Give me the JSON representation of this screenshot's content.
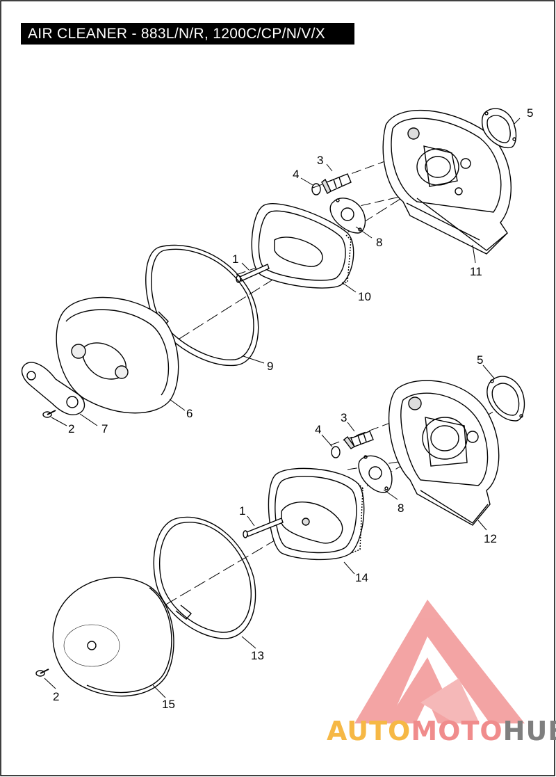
{
  "title": "AIR CLEANER - 883L/N/R, 1200C/CP/N/V/X",
  "callouts": {
    "upper": {
      "c1": "1",
      "c3": "3",
      "c4": "4",
      "c5": "5",
      "c8": "8",
      "c9": "9",
      "c10": "10",
      "c11": "11",
      "c6": "6",
      "c7": "7",
      "c2": "2"
    },
    "lower": {
      "c5": "5",
      "c3": "3",
      "c4": "4",
      "c8": "8",
      "c1": "1",
      "c12": "12",
      "c14": "14",
      "c13": "13",
      "c15": "15",
      "c2": "2"
    }
  },
  "watermark": {
    "part1": "AUTO",
    "part2": "MOTO",
    "part3": "HUB",
    "color_orange": "#f6b845",
    "color_red": "#f08c8c",
    "color_gray": "#7f7f7f"
  }
}
